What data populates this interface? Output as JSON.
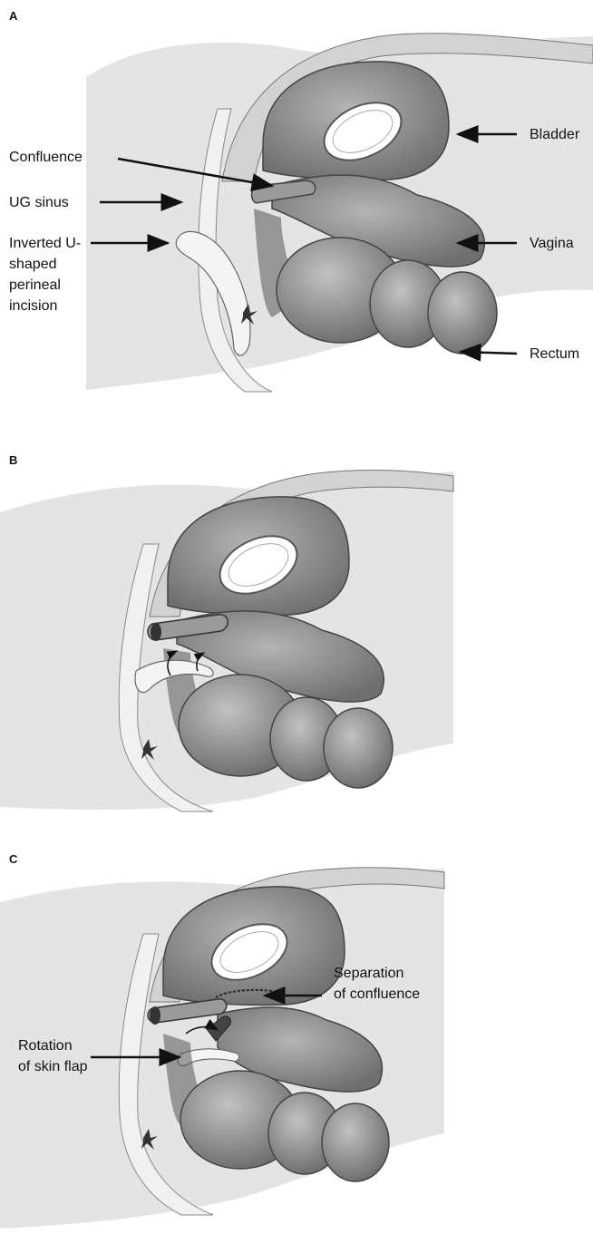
{
  "panels": [
    {
      "letter": "A",
      "labels": {
        "confluence": "Confluence",
        "ug_sinus": "UG sinus",
        "incision_1": "Inverted U-",
        "incision_2": "shaped",
        "incision_3": "perineal",
        "incision_4": "incision",
        "bladder": "Bladder",
        "vagina": "Vagina",
        "rectum": "Rectum"
      }
    },
    {
      "letter": "B",
      "labels": {}
    },
    {
      "letter": "C",
      "labels": {
        "separation_1": "Separation",
        "separation_2": "of confluence",
        "rotation_1": "Rotation",
        "rotation_2": "of skin flap"
      }
    }
  ],
  "colors": {
    "skin": "#e6e6e6",
    "skin_dark": "#cfcfcf",
    "organ": "#8f8f8f",
    "organ_dark": "#6f6f6f",
    "outline": "#444444",
    "catheter": "#ffffff"
  }
}
